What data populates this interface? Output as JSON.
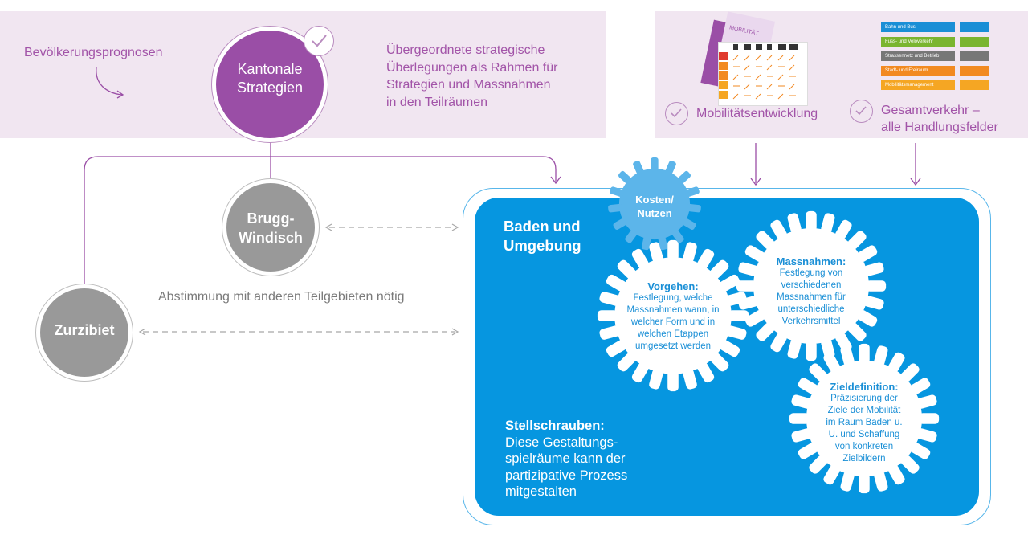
{
  "top_left": {
    "label_forecast": "Bevölkerungsprognosen",
    "kantonal": [
      "Kantonale",
      "Strategien"
    ],
    "description": [
      "Übergeordnete strategische",
      "Überlegungen als Rahmen für",
      "Strategien und Massnahmen",
      "in den Teilräumen"
    ]
  },
  "top_right": {
    "mobility_label": "Mobilitätsentwicklung",
    "mobility_doc_title": "MOBILITÄT",
    "gesamt_label": [
      "Gesamtverkehr –",
      "alle Handlungsfelder"
    ],
    "legend": [
      {
        "label": "Bahn und Bus",
        "color": "#1a8fd6"
      },
      {
        "label": "Fuss- und Veloverkehr",
        "color": "#7ab52f"
      },
      {
        "label": "Strassennetz und Betrieb",
        "color": "#777777"
      },
      {
        "label": "Stadt- und Freiraum",
        "color": "#f28a21"
      },
      {
        "label": "Mobilitätsmanagement",
        "color": "#f5a623"
      }
    ]
  },
  "left": {
    "brugg": [
      "Brugg-",
      "Windisch"
    ],
    "zurzibiet": "Zurzibiet",
    "coordination": "Abstimmung mit anderen Teilgebieten nötig"
  },
  "main": {
    "title": [
      "Baden und",
      "Umgebung"
    ],
    "kosten": [
      "Kosten/",
      "Nutzen"
    ],
    "vorgehen_title": "Vorgehen:",
    "vorgehen_text": [
      "Festlegung, welche",
      "Massnahmen wann, in",
      "welcher Form und in",
      "welchen Etappen",
      "umgesetzt werden"
    ],
    "massnahmen_title": "Massnahmen:",
    "massnahmen_text": [
      "Festlegung von",
      "verschiedenen",
      "Massnahmen für",
      "unterschiedliche",
      "Verkehrsmittel"
    ],
    "ziel_title": "Zieldefinition:",
    "ziel_text": [
      "Präzisierung der",
      "Ziele der Mobilität",
      "im Raum Baden u.",
      "U. und Schaffung",
      "von konkreten",
      "Zielbildern"
    ],
    "stell_title": "Stellschrauben:",
    "stell_text": [
      "Diese Gestaltungs-",
      "spielräume kann der",
      "partizipative Prozess",
      "mitgestalten"
    ]
  },
  "colors": {
    "purple": "#9a4ea6",
    "blue": "#0696e0",
    "gray": "#999999",
    "band": "#f1e6f1"
  }
}
